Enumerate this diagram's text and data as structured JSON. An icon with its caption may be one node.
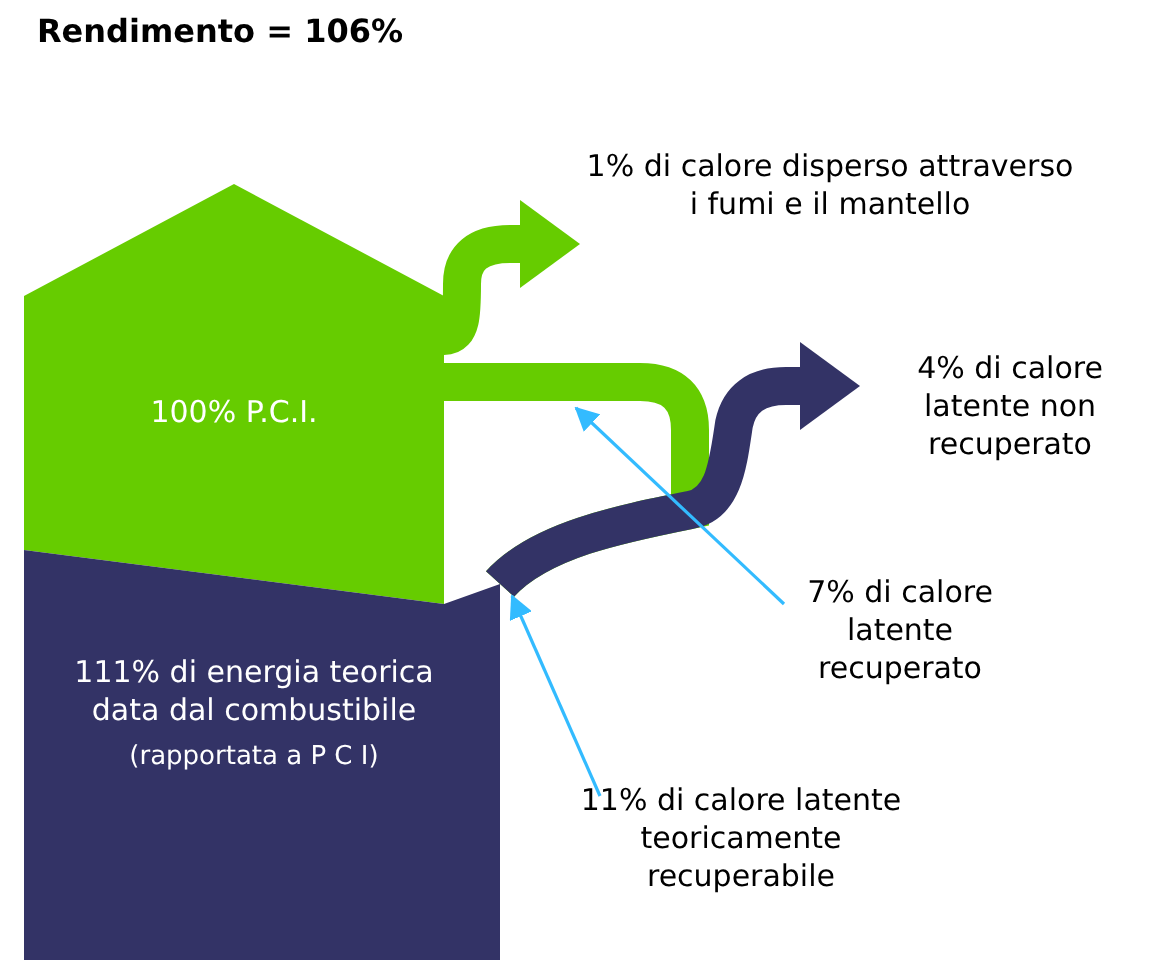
{
  "diagram": {
    "title": "Rendimento = 106%",
    "nodes": [
      {
        "text": [
          "100% P.C.I."
        ]
      },
      {
        "text": [
          "111% di energia teorica data dal combustibile",
          "(rapportata a P C I)"
        ]
      },
      {
        "text": [
          "1% di calore disperso attraverso i fumi e il mantello"
        ]
      },
      {
        "text": [
          "4% di calore latente non recuperato"
        ]
      },
      {
        "text": [
          "7% di calore latente recuperato"
        ]
      },
      {
        "text": [
          "11% di calore latente teoricamente recuperabile"
        ]
      }
    ],
    "edges": [
      {
        "from": 0,
        "to": 2,
        "arrow": "to",
        "color": "#66cc00"
      },
      {
        "from": 1,
        "to": 3,
        "arrow": "to",
        "color": "#333366"
      },
      {
        "from": 1,
        "to": 0,
        "arrow": "none",
        "color": "#66cc00"
      },
      {
        "from": 4,
        "to": null,
        "arrow": "to",
        "color": "#33bbff"
      },
      {
        "from": 5,
        "to": 1,
        "arrow": "to",
        "color": "#33bbff"
      }
    ]
  }
}
